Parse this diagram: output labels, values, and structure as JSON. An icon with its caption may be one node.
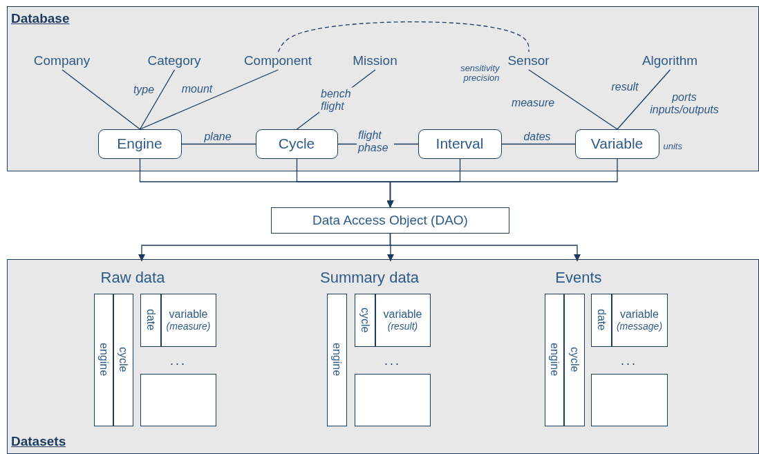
{
  "diagram": {
    "nodes": [
      {
        "text": [
          "Database"
        ]
      },
      {
        "text": [
          "Company"
        ],
        "in": 0
      },
      {
        "text": [
          "Category"
        ],
        "in": 0
      },
      {
        "text": [
          "Component"
        ],
        "in": 0
      },
      {
        "text": [
          "Mission"
        ],
        "in": 0
      },
      {
        "text": [
          "Sensor"
        ],
        "in": 0,
        "beside": [
          "sensitivity precision"
        ]
      },
      {
        "text": [
          "Algorithm"
        ],
        "in": 0
      },
      {
        "text": [
          "Engine"
        ],
        "in": 0
      },
      {
        "text": [
          "Cycle"
        ],
        "in": 0
      },
      {
        "text": [
          "Interval"
        ],
        "in": 0
      },
      {
        "text": [
          "Variable"
        ],
        "in": 0,
        "beside": [
          "units"
        ]
      },
      {
        "text": [
          "Data Access Object (DAO)"
        ]
      },
      {
        "text": [
          "Datasets"
        ]
      },
      {
        "text": [
          "Raw data"
        ],
        "in": 12
      },
      {
        "text": [
          "Summary data"
        ],
        "in": 12
      },
      {
        "text": [
          "Events"
        ],
        "in": 12
      },
      {
        "text": [
          "engine"
        ],
        "in": 12
      },
      {
        "text": [
          "cycle"
        ],
        "in": 12
      },
      {
        "text": [
          "date"
        ],
        "in": 12
      },
      {
        "text": [
          "variable",
          "(measure)"
        ],
        "in": 12
      },
      {
        "text": [],
        "shape": "box",
        "in": 12
      },
      {
        "text": [
          "engine"
        ],
        "in": 12
      },
      {
        "text": [
          "cycle"
        ],
        "in": 12
      },
      {
        "text": [
          "variable",
          "(result)"
        ],
        "in": 12
      },
      {
        "text": [],
        "shape": "box",
        "in": 12
      },
      {
        "text": [
          "engine"
        ],
        "in": 12
      },
      {
        "text": [
          "cycle"
        ],
        "in": 12
      },
      {
        "text": [
          "date"
        ],
        "in": 12
      },
      {
        "text": [
          "variable",
          "(message)"
        ],
        "in": 12
      },
      {
        "text": [],
        "shape": "box",
        "in": 12
      }
    ],
    "edges": [
      {
        "from": 1,
        "to": 7,
        "arrow": "none"
      },
      {
        "from": 2,
        "to": 7,
        "arrow": "none",
        "label": "type"
      },
      {
        "from": 3,
        "to": 7,
        "arrow": "none",
        "label": "mount"
      },
      {
        "from": 4,
        "to": 8,
        "arrow": "none",
        "label": "bench flight"
      },
      {
        "from": 5,
        "to": 10,
        "arrow": "none",
        "label": "measure"
      },
      {
        "from": 6,
        "to": 10,
        "arrow": "none",
        "label": "result"
      },
      {
        "from": 3,
        "to": 5,
        "arrow": "none",
        "style": "dashed"
      },
      {
        "from": 7,
        "to": 8,
        "arrow": "none",
        "label": "plane"
      },
      {
        "from": 8,
        "to": 9,
        "arrow": "none",
        "label": "flight phase"
      },
      {
        "from": 9,
        "to": 10,
        "arrow": "none",
        "label": "dates"
      },
      {
        "from": 7,
        "to": 11,
        "arrow": "to"
      },
      {
        "from": 8,
        "to": 11,
        "arrow": "to"
      },
      {
        "from": 9,
        "to": 11,
        "arrow": "to"
      },
      {
        "from": 10,
        "to": 11,
        "arrow": "to"
      },
      {
        "from": 11,
        "to": 13,
        "arrow": "to"
      },
      {
        "from": 11,
        "to": 14,
        "arrow": "to"
      },
      {
        "from": 11,
        "to": 15,
        "arrow": "to"
      }
    ],
    "labels": [
      "ports inputs/outputs",
      "...",
      "...",
      "..."
    ]
  }
}
